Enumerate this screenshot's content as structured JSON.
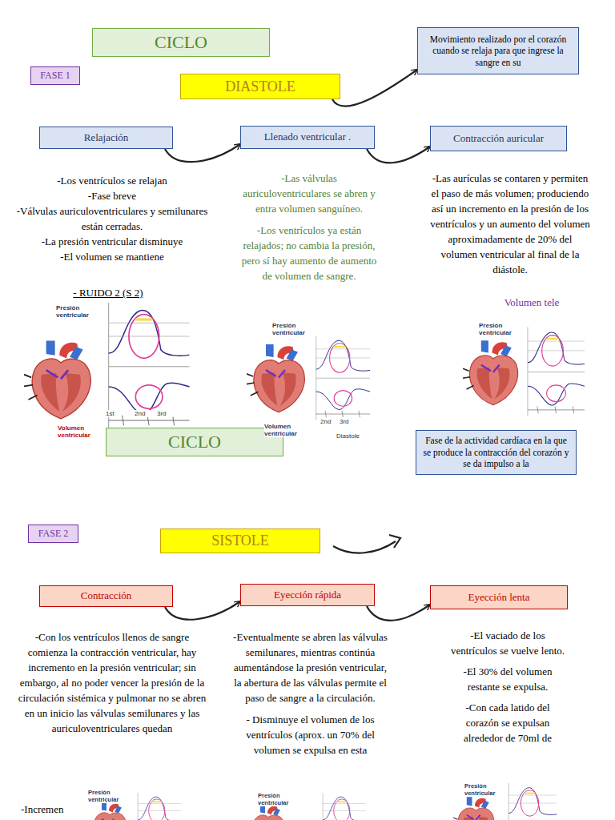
{
  "diagram": {
    "nodes": [
      {
        "text": [
          "CICLO"
        ]
      },
      {
        "text": [
          "FASE 1"
        ]
      },
      {
        "text": [
          "DIASTOLE"
        ]
      },
      {
        "text": [
          "Movimiento realizado por el corazón cuando se relaja para que ingrese la sangre en su"
        ]
      },
      {
        "text": [
          "Relajación"
        ]
      },
      {
        "text": [
          "Llenado ventricular ."
        ]
      },
      {
        "text": [
          "Contracción auricular"
        ]
      },
      {
        "text": [
          "CICLO"
        ]
      },
      {
        "text": [
          "Fase de la actividad cardíaca en la que se produce la contracción del corazón y se da impulso a la"
        ]
      },
      {
        "text": [
          "FASE 2"
        ]
      },
      {
        "text": [
          "SISTOLE"
        ]
      },
      {
        "text": [
          "Contracción"
        ]
      },
      {
        "text": [
          "Eyección rápida"
        ]
      },
      {
        "text": [
          "Eyección lenta"
        ]
      }
    ],
    "edges": [
      {
        "from": 2,
        "to": 3,
        "arrow": "to"
      },
      {
        "from": 4,
        "to": 5,
        "arrow": "to"
      },
      {
        "from": 5,
        "to": 6,
        "arrow": "to"
      },
      {
        "from": 11,
        "to": 12,
        "arrow": "to"
      },
      {
        "from": 12,
        "to": 13,
        "arrow": "to"
      }
    ],
    "labels": [
      "-Los ventrículos se relajan",
      "-Fase breve",
      "-Válvulas auriculoventriculares y semilunares están cerradas.",
      "-La presión ventricular disminuye",
      "-El volumen se mantiene",
      "- RUIDO 2 (S 2)",
      "Presión ventricular",
      "Volumen ventricular",
      "1st",
      "2nd",
      "3rd",
      "-Las válvulas auriculoventriculares se abren y entra volumen sanguíneo.",
      "-Los ventrículos ya están relajados; no cambia la presión, pero sí hay aumento de aumento de volumen de sangre.",
      "Presión ventricular",
      "Volumen ventricular",
      "2nd",
      "3rd",
      "Diastole",
      "-Las aurículas se contaren y permiten el paso de más volumen; produciendo así un incremento en la presión de los ventrículos y un aumento del volumen aproximadamente de 20% del volumen ventricular al final de la diástole.",
      "Volumen tele",
      "Presión ventricular",
      "-Con los ventrículos llenos de sangre comienza la contracción ventricular, hay incremento en la presión ventricular; sin embargo, al no poder vencer la presión de la circulación sistémica y pulmonar no se abren en un inicio las válvulas semilunares y las auriculoventriculares quedan",
      "-Incremen",
      "Presión ventricular",
      "-Eventualmente se abren las válvulas semilunares, mientras continúa aumentándose la presión ventricular, la abertura de las válvulas permite el paso de sangre a la circulación.",
      "- Disminuye el volumen de los ventrículos (aprox. un 70% del volumen se expulsa en esta",
      "Presión ventricular",
      "-El vaciado de los ventrículos se vuelve lento.",
      "-El 30% del volumen restante se expulsa.",
      "-Con cada latido del corazón se expulsan alrededor de 70ml de",
      "Presión ventricular"
    ]
  }
}
